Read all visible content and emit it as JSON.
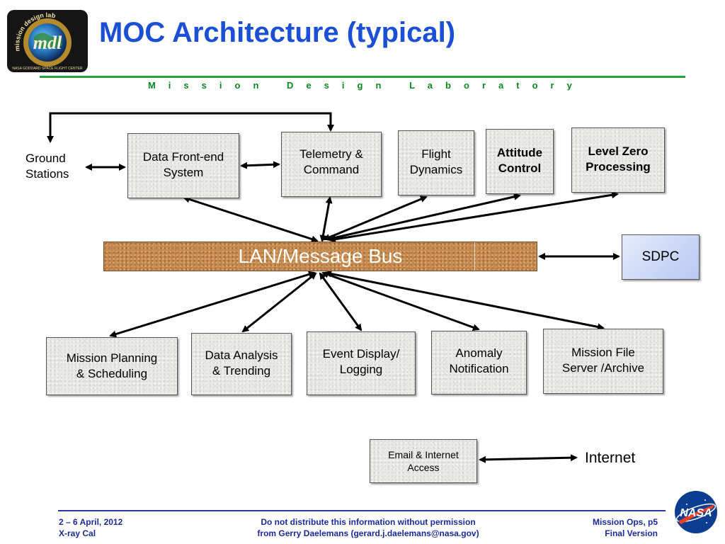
{
  "header": {
    "title": "MOC Architecture (typical)",
    "subtitle": "M i s s i o n   D e s i g n   L a b o r a t o r y",
    "logo": {
      "icon": "mdl-logo-icon",
      "ring_text": "mission design lab",
      "mark": "mdl",
      "bottom_text": "NASA GODDARD SPACE FLIGHT CENTER"
    }
  },
  "diagram": {
    "ground_stations": "Ground\nStations",
    "top_boxes": {
      "data_front_end": "Data Front-end\nSystem",
      "telemetry_command": "Telemetry &\nCommand",
      "flight_dynamics": "Flight\nDynamics",
      "attitude_control": "Attitude\nControl",
      "level_zero": "Level Zero\nProcessing"
    },
    "bus_label": "LAN/Message Bus",
    "sdpc": "SDPC",
    "bottom_boxes": {
      "mission_planning": "Mission Planning\n& Scheduling",
      "data_analysis": "Data Analysis\n& Trending",
      "event_display": "Event Display/\nLogging",
      "anomaly": "Anomaly\nNotification",
      "mission_file": "Mission File\nServer /Archive"
    },
    "email_access": "Email & Internet\nAccess",
    "internet": "Internet"
  },
  "footer": {
    "left_line1": "2 – 6 April, 2012",
    "left_line2": "X-ray Cal",
    "center_line1": "Do not distribute this information without permission",
    "center_line2": "from Gerry Daelemans (gerard.j.daelemans@nasa.gov)",
    "right_line1": "Mission Ops, p5",
    "right_line2": "Final Version",
    "nasa_logo": {
      "icon": "nasa-logo-icon",
      "text": "NASA"
    }
  },
  "colors": {
    "title": "#1a4fd6",
    "subtitle": "#0a8a1e",
    "rule": "#2aa43a",
    "footer": "#1a2a9a",
    "bus": "#c78a4e",
    "sdpc": "#c9d6f6"
  }
}
